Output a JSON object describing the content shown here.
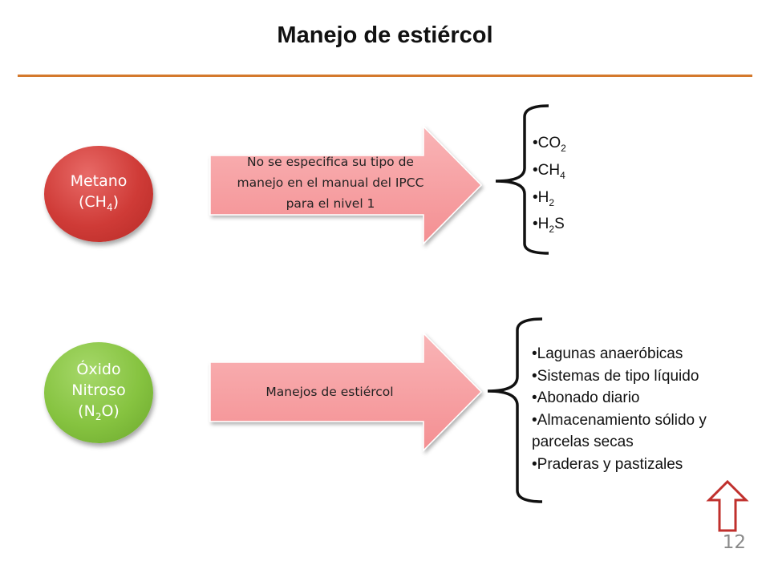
{
  "title": "Manejo de estiércol",
  "methane": {
    "name": "Metano",
    "formula_prefix": "(CH",
    "formula_sub": "4",
    "formula_suffix": ")"
  },
  "nitrous": {
    "line1": "Óxido",
    "line2": "Nitroso",
    "formula_prefix": "(N",
    "formula_sub": "2",
    "formula_suffix": "O)"
  },
  "arrow_top": {
    "text": "No se especifica su tipo de manejo en el manual del IPCC para el nivel 1"
  },
  "arrow_bottom": {
    "text": "Manejos de estiércol"
  },
  "gases": [
    {
      "base": "CO",
      "sub": "2",
      "tail": ""
    },
    {
      "base": "CH",
      "sub": "4",
      "tail": ""
    },
    {
      "base": "H",
      "sub": "2",
      "tail": ""
    },
    {
      "base": "H",
      "sub": "2",
      "tail": "S"
    }
  ],
  "manejos": [
    "Lagunas anaeróbicas",
    "Sistemas de tipo líquido",
    "Abonado diario",
    "Almacenamiento sólido y parcelas secas",
    "Praderas y pastizales"
  ],
  "page_number": "12",
  "colors": {
    "rule": "#d4792c",
    "methane_circle": "#cf3b37",
    "nitrous_circle": "#86c340",
    "arrow_fill": "#f6a3a5",
    "nav_arrow": "#c0302d"
  },
  "icons": {
    "nav": "up-arrow-icon"
  }
}
